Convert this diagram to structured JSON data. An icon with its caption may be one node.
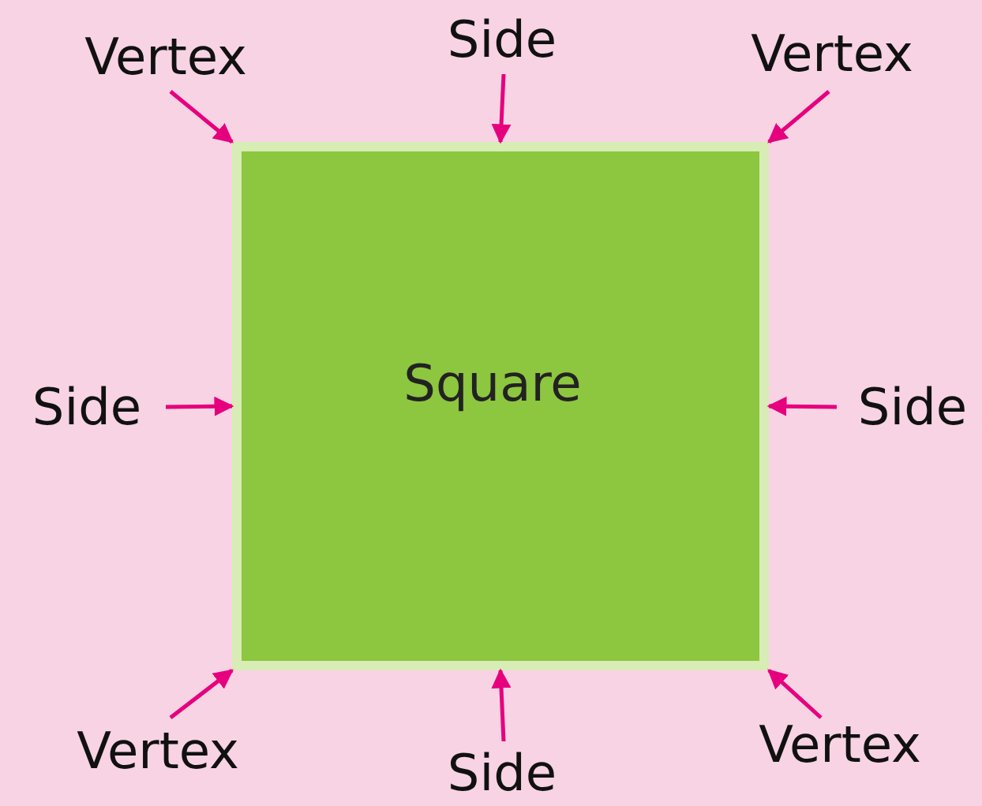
{
  "diagram": {
    "nodes": [
      {
        "text": [
          "Square"
        ]
      },
      {
        "text": [
          "Vertex"
        ]
      },
      {
        "text": [
          "Side"
        ]
      },
      {
        "text": [
          "Vertex"
        ]
      },
      {
        "text": [
          "Side"
        ]
      },
      {
        "text": [
          "Side"
        ]
      },
      {
        "text": [
          "Vertex"
        ]
      },
      {
        "text": [
          "Side"
        ]
      },
      {
        "text": [
          "Vertex"
        ]
      }
    ],
    "edges": [
      {
        "from": 1,
        "to": 0,
        "arrow": "to"
      },
      {
        "from": 2,
        "to": 0,
        "arrow": "to"
      },
      {
        "from": 3,
        "to": 0,
        "arrow": "to"
      },
      {
        "from": 4,
        "to": 0,
        "arrow": "to"
      },
      {
        "from": 5,
        "to": 0,
        "arrow": "to"
      },
      {
        "from": 6,
        "to": 0,
        "arrow": "to"
      },
      {
        "from": 7,
        "to": 0,
        "arrow": "to"
      },
      {
        "from": 8,
        "to": 0,
        "arrow": "to"
      }
    ]
  }
}
